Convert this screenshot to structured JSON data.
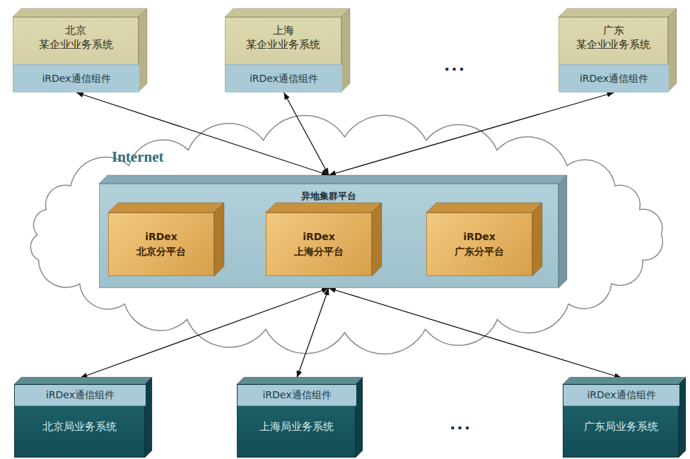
{
  "diagram": {
    "nodes": [
      {
        "text": [
          "北京",
          "某企业业务系统"
        ]
      },
      {
        "text": [
          "iRDex通信组件"
        ],
        "in": 0
      },
      {
        "text": [
          "上海",
          "某企业业务系统"
        ]
      },
      {
        "text": [
          "iRDex通信组件"
        ],
        "in": 2
      },
      {
        "text": [
          "广东",
          "某企业业务系统"
        ]
      },
      {
        "text": [
          "iRDex通信组件"
        ],
        "in": 4
      },
      {
        "text": [
          "Internet"
        ]
      },
      {
        "text": [
          "异地集群平台"
        ],
        "in": 6
      },
      {
        "text": [
          "iRDex",
          "北京分平台"
        ],
        "in": 7
      },
      {
        "text": [
          "iRDex",
          "上海分平台"
        ],
        "in": 7
      },
      {
        "text": [
          "iRDex",
          "广东分平台"
        ],
        "in": 7
      },
      {
        "text": [
          "北京局业务系统"
        ]
      },
      {
        "text": [
          "iRDex通信组件"
        ],
        "in": 11
      },
      {
        "text": [
          "上海局业务系统"
        ]
      },
      {
        "text": [
          "iRDex通信组件"
        ],
        "in": 13
      },
      {
        "text": [
          "广东局业务系统"
        ]
      },
      {
        "text": [
          "iRDex通信组件"
        ],
        "in": 15
      }
    ],
    "edges": [
      {
        "from": 1,
        "to": 7,
        "arrow": "both"
      },
      {
        "from": 3,
        "to": 7,
        "arrow": "both"
      },
      {
        "from": 5,
        "to": 7,
        "arrow": "both"
      },
      {
        "from": 8,
        "to": 9,
        "arrow": "both"
      },
      {
        "from": 9,
        "to": 10,
        "arrow": "both"
      },
      {
        "from": 7,
        "to": 12,
        "arrow": "both"
      },
      {
        "from": 7,
        "to": 14,
        "arrow": "both"
      },
      {
        "from": 7,
        "to": 16,
        "arrow": "both"
      }
    ],
    "labels": [
      "...",
      "..."
    ]
  }
}
